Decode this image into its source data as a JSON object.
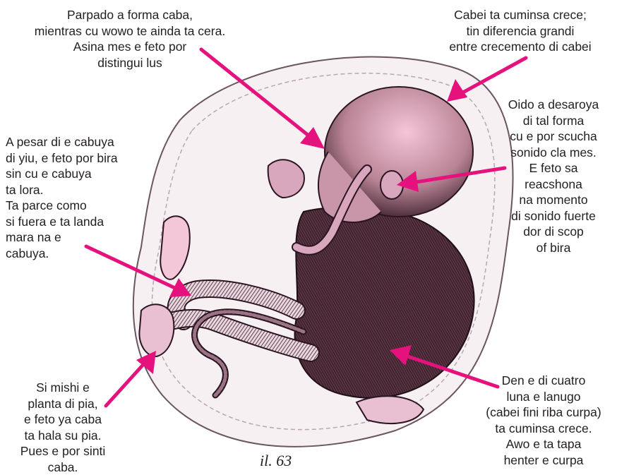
{
  "colors": {
    "arrow": "#e5127d",
    "text": "#231f20",
    "ink": "#3a1f2a",
    "skin": "#d9a7bd",
    "skin_light": "#f3c6d8"
  },
  "labels": {
    "eyelids": "Parpado a forma caba,\nmientras cu wowo te ainda ta cera.\nAsina mes e feto por\ndistingui lus",
    "hair": "Cabei ta cuminsa crece;\ntin diferencia grandi\nentre crecemento di cabei",
    "ear": "Oido a desaroya\ndi tal forma\ncu e por scucha\nsonido cla mes.\nE feto sa\nreacshona\nna momento\ndi sonido fuerte\ndor di scop\nof bira",
    "cord": "A pesar di e cabuya\ndi yiu, e feto por bira\nsin cu e cabuya\nta lora.\nTa parce como\nsi fuera e ta landa\nmara na e\ncabuya.",
    "sole": "Si mishi e\nplanta di pia,\ne feto ya caba\nta hala su pia.\nPues e por sinti\ncaba.",
    "lanugo": "Den e di cuatro\nluna e lanugo\n(cabei fini riba curpa)\nta cuminsa crece.\nAwo e ta tapa\nhenter e curpa"
  },
  "caption": "il. 63"
}
